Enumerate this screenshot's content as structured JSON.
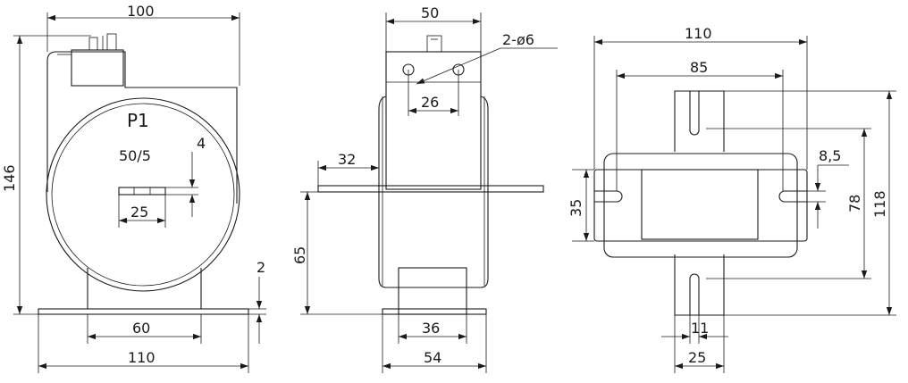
{
  "front_view": {
    "width_top": "100",
    "height": "146",
    "label_name": "P1",
    "label_ratio": "50/5",
    "slot_width": "25",
    "slot_height": "4",
    "foot_thickness": "2",
    "leg_spacing": "60",
    "base_width": "110"
  },
  "side_view": {
    "top_width": "50",
    "holes_note": "2-ø6",
    "hole_spacing": "26",
    "bar_protrusion": "32",
    "bar_height": "65",
    "bottom_inner": "36",
    "bottom_outer": "54"
  },
  "bottom_view": {
    "outer_width": "110",
    "slot_spacing": "85",
    "slot_width": "8,5",
    "height_35": "35",
    "height_78": "78",
    "height_118": "118",
    "terminal_slot": "11",
    "terminal_width": "25"
  }
}
